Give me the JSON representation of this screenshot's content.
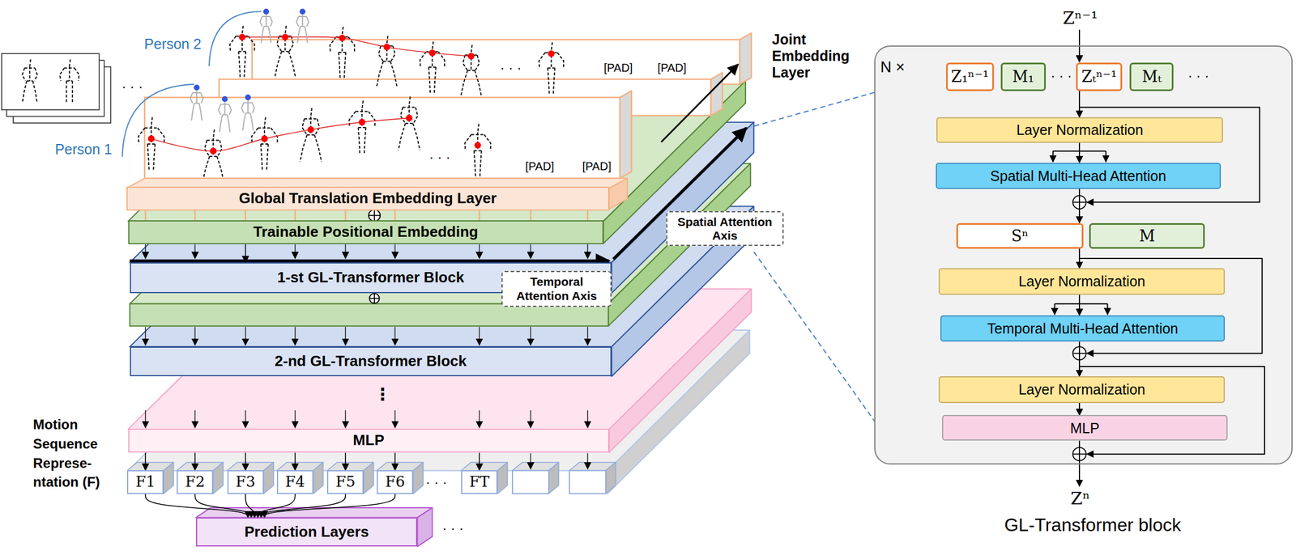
{
  "diagram": {
    "nodes": [
      {
        "text": [
          "Global Translation Embedding Layer"
        ]
      },
      {
        "text": [
          "Trainable Positional Embedding"
        ]
      },
      {
        "text": [
          "Spatial Attention Axis"
        ]
      },
      {
        "text": [
          "1-st GL-Transformer Block"
        ]
      },
      {
        "text": [
          "Temporal Attention Axis"
        ]
      },
      {
        "text": [
          "2-nd GL-Transformer Block"
        ]
      },
      {
        "text": [
          "MLP"
        ]
      },
      {
        "text": [
          "F1"
        ]
      },
      {
        "text": [
          "F2"
        ]
      },
      {
        "text": [
          "F3"
        ]
      },
      {
        "text": [
          "F4"
        ]
      },
      {
        "text": [
          "F5"
        ]
      },
      {
        "text": [
          "F6"
        ]
      },
      {
        "text": [
          "FT"
        ]
      },
      {
        "text": [
          "Prediction Layers"
        ]
      },
      {
        "text": [
          "N ×",
          "GL-Transformer block"
        ]
      },
      {
        "text": [
          "Z₁ⁿ⁻¹"
        ],
        "in": 15
      },
      {
        "text": [
          "M₁"
        ],
        "in": 15
      },
      {
        "text": [
          "Zₜⁿ⁻¹"
        ],
        "in": 15
      },
      {
        "text": [
          "Mₜ"
        ],
        "in": 15
      },
      {
        "text": [
          "Layer Normalization"
        ],
        "in": 15
      },
      {
        "text": [
          "Spatial Multi-Head Attention"
        ],
        "in": 15
      },
      {
        "text": [
          "Sⁿ"
        ],
        "in": 15
      },
      {
        "text": [
          "M"
        ],
        "in": 15
      },
      {
        "text": [
          "Layer Normalization"
        ],
        "in": 15
      },
      {
        "text": [
          "Temporal Multi-Head Attention"
        ],
        "in": 15
      },
      {
        "text": [
          "Layer Normalization"
        ],
        "in": 15
      },
      {
        "text": [
          "MLP"
        ],
        "in": 15
      }
    ],
    "edges": [
      {
        "from": 0,
        "to": 1,
        "arrow": "none"
      },
      {
        "from": 1,
        "to": 3,
        "arrow": "to"
      },
      {
        "from": 6,
        "to": 7,
        "arrow": "to"
      },
      {
        "from": 6,
        "to": 8,
        "arrow": "to"
      },
      {
        "from": 6,
        "to": 9,
        "arrow": "to"
      },
      {
        "from": 6,
        "to": 10,
        "arrow": "to"
      },
      {
        "from": 6,
        "to": 11,
        "arrow": "to"
      },
      {
        "from": 6,
        "to": 12,
        "arrow": "to"
      },
      {
        "from": 6,
        "to": 13,
        "arrow": "to"
      },
      {
        "from": 7,
        "to": 14,
        "arrow": "to"
      },
      {
        "from": 8,
        "to": 14,
        "arrow": "to"
      },
      {
        "from": 9,
        "to": 14,
        "arrow": "to"
      },
      {
        "from": 10,
        "to": 14,
        "arrow": "to"
      },
      {
        "from": 11,
        "to": 14,
        "arrow": "to"
      },
      {
        "from": 12,
        "to": 14,
        "arrow": "to"
      },
      {
        "from": 18,
        "to": 20,
        "arrow": "to"
      },
      {
        "from": 20,
        "to": 21,
        "arrow": "to"
      },
      {
        "from": 21,
        "to": 22,
        "arrow": "to"
      },
      {
        "from": 22,
        "to": 24,
        "arrow": "to"
      },
      {
        "from": 24,
        "to": 25,
        "arrow": "to"
      },
      {
        "from": 25,
        "to": 26,
        "arrow": "to"
      },
      {
        "from": 26,
        "to": 27,
        "arrow": "to"
      }
    ],
    "labels": [
      "Joint Embedding Layer",
      "Person 2",
      "· · ·",
      "· · ·",
      "[PAD]",
      "[PAD]",
      "Person 1",
      "· · ·",
      "[PAD]",
      "[PAD]",
      "⋮",
      "Motion Sequence Represe- ntation (F)",
      "· · ·",
      "· · ·",
      "Zⁿ⁻¹",
      "· · ·",
      "· · ·",
      "Zⁿ"
    ]
  }
}
